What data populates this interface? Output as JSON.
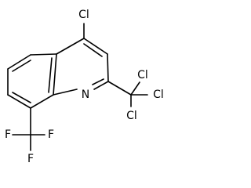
{
  "structure": {
    "atom_labels": {
      "chlorine_4": "Cl",
      "ring_nitrogen": "N",
      "ccl3_chlorine_top": "Cl",
      "ccl3_chlorine_right": "Cl",
      "ccl3_chlorine_bottom": "Cl",
      "cf3_fluorine_left": "F",
      "cf3_fluorine_right": "F",
      "cf3_fluorine_bottom": "F"
    }
  }
}
